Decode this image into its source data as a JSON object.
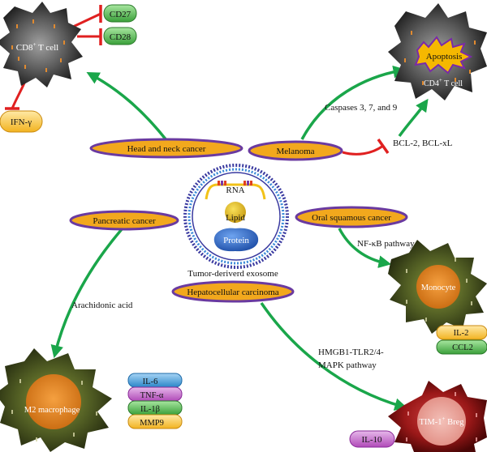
{
  "cells": {
    "cd8": {
      "label": "CD8",
      "sup": "+",
      "suffix": " T cell"
    },
    "cd4": {
      "label": "CD4",
      "sup": "+",
      "suffix": " T cell"
    },
    "apoptosis": "Apoptosis",
    "monocyte": "Monocyte",
    "m2": "M2 macrophage",
    "breg": {
      "label": "TIM-1",
      "sup": "+",
      "suffix": " Breg"
    }
  },
  "receptors": {
    "cd27": "CD27",
    "cd28": "CD28",
    "ifn": "IFN-γ"
  },
  "cancers": {
    "head_neck": "Head and neck cancer",
    "melanoma": "Melanoma",
    "pancreatic": "Pancreatic cancer",
    "oral": "Oral squamous cancer",
    "hcc": "Hepatocellular carcinoma"
  },
  "exosome": {
    "rna": "RNA",
    "lipid": "Lipid",
    "protein": "Protein",
    "caption": "Tumor-deriverd exosome"
  },
  "pathways": {
    "caspases": "Caspases 3, 7, and 9",
    "bcl": "BCL-2, BCL-xL",
    "nfkb": "NF-κB pathway",
    "arachidonic": "Arachidonic acid",
    "hmgb1_line1": "HMGB1-TLR2/4-",
    "hmgb1_line2": "MAPK pathway"
  },
  "cytokines": {
    "il2": "IL-2",
    "ccl2": "CCL2",
    "il6": "IL-6",
    "tnfa": "TNF-α",
    "il1b": "IL-1β",
    "mmp9": "MMP9",
    "il10": "IL-10"
  },
  "colors": {
    "arrow_green": "#1aa64a",
    "inhibit_red": "#e02020",
    "cancer_fill": "#f2a81d",
    "cancer_border": "#6a3aa0"
  }
}
